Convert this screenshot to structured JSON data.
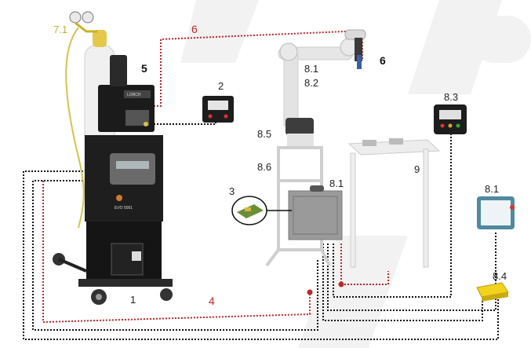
{
  "labels": {
    "l71": "7.1",
    "l6_cable": "6",
    "l6_torch": "6",
    "l5": "5",
    "l2": "2",
    "l81_arm": "8.1",
    "l82": "8.2",
    "l85": "8.5",
    "l86": "8.6",
    "l3": "3",
    "l81_box": "8.1",
    "l9": "9",
    "l83": "8.3",
    "l81_pendant": "8.1",
    "l84": "8.4",
    "l1": "1",
    "l4": "4"
  },
  "colors": {
    "signal_cable": "#c0262c",
    "control_cable": "#111111",
    "gas_hose": "#d6c14a",
    "robot_body": "#e6e6e6",
    "robot_joint": "#3d3d3d",
    "machine": "#1a1a1a",
    "pedal": "#f2d21c",
    "pendant_screen": "#6fb3c8",
    "watermark": "#f1f1f1"
  }
}
